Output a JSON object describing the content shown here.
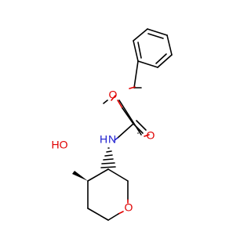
{
  "molecule": {
    "atoms": {
      "carbonyl_oxygen": "O",
      "ester_oxygen": "O",
      "amide_nitrogen": "N",
      "amide_hydrogen": "H",
      "hydroxyl": "HO",
      "ring_oxygen": "O"
    },
    "colors": {
      "bond": "#000000",
      "oxygen": "#e00000",
      "nitrogen": "#2020d0",
      "background": "#ffffff"
    }
  }
}
